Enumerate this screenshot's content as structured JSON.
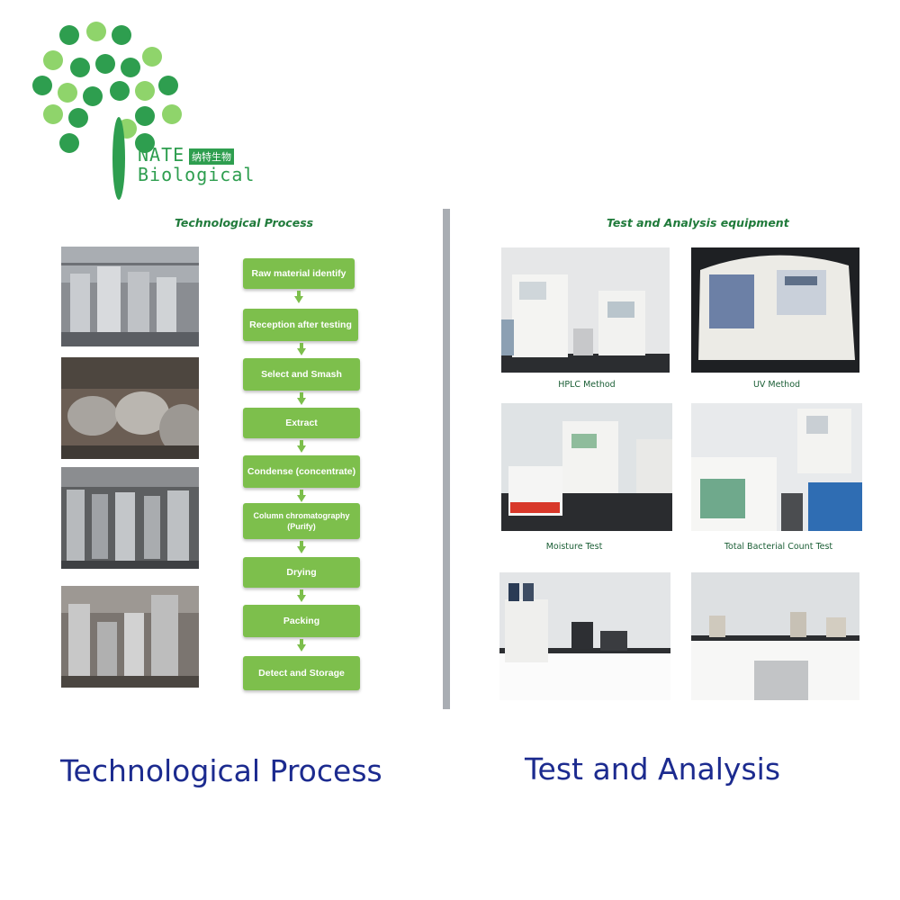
{
  "logo": {
    "name": "NATE",
    "chinese": "纳特生物",
    "subtitle": "Biological",
    "colors": {
      "dark": "#2e9e4f",
      "light": "#8fd46b"
    }
  },
  "left_panel": {
    "title": "Technological Process",
    "steps": [
      "Raw material identify",
      "Reception after testing",
      "Select and Smash",
      "Extract",
      "Condense (concentrate)",
      "Column chromatography (Purify)",
      "Drying",
      "Packing",
      "Detect and Storage"
    ],
    "step_color": "#7dbf4c"
  },
  "right_panel": {
    "title": "Test and Analysis equipment",
    "captions": [
      "HPLC Method",
      "UV Method",
      "Moisture Test",
      "Total Bacterial Count Test"
    ]
  },
  "labels": {
    "left": "Technological Process",
    "right": "Test and Analysis",
    "color": "#1c2b8f"
  }
}
